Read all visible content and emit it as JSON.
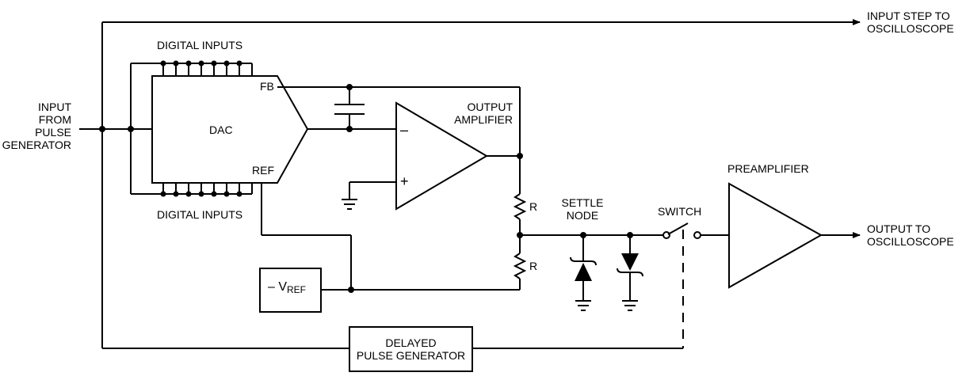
{
  "labels": {
    "input_step": [
      "INPUT STEP TO",
      "OSCILLOSCOPE"
    ],
    "input_from": [
      "INPUT",
      "FROM",
      "PULSE",
      "GENERATOR"
    ],
    "digital_inputs_top": "DIGITAL INPUTS",
    "digital_inputs_bottom": "DIGITAL INPUTS",
    "dac": "DAC",
    "fb": "FB",
    "ref": "REF",
    "output_amplifier": [
      "OUTPUT",
      "AMPLIFIER"
    ],
    "minus": "–",
    "plus": "+",
    "r_top": "R",
    "r_bottom": "R",
    "settle_node": [
      "SETTLE",
      "NODE"
    ],
    "switch": "SWITCH",
    "preamplifier": "PREAMPLIFIER",
    "output_to": [
      "OUTPUT TO",
      "OSCILLOSCOPE"
    ],
    "vref_sign": "– V",
    "vref_sub": "REF",
    "delayed_pulse": [
      "DELAYED",
      "PULSE GENERATOR"
    ]
  }
}
